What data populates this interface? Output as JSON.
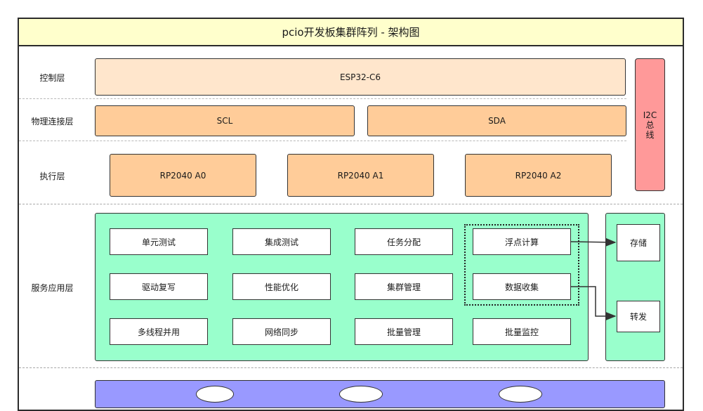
{
  "title": "pcio开发板集群阵列 - 架构图",
  "layers": {
    "control": "控制层",
    "physical": "物理连接层",
    "execution": "执行层",
    "service": "服务应用层"
  },
  "control_box": "ESP32-C6",
  "physical_boxes": [
    "SCL",
    "SDA"
  ],
  "bus_box": [
    "I2C",
    "总",
    "线"
  ],
  "execution_boxes": [
    "RP2040   A0",
    "RP2040   A1",
    "RP2040   A2"
  ],
  "services": {
    "row1": [
      "单元测试",
      "集成测试",
      "任务分配",
      "浮点计算"
    ],
    "row2": [
      "驱动复写",
      "性能优化",
      "集群管理",
      "数据收集"
    ],
    "row3": [
      "多线程并用",
      "网络同步",
      "批量管理",
      "批量监控"
    ]
  },
  "outputs": [
    "存储",
    "转发"
  ],
  "colors": {
    "title_bg": "#ffffcc",
    "control": "#ffe6cc",
    "physical": "#ffcc99",
    "bus": "#ff9999",
    "service": "#99ffcc",
    "storage_layer": "#9999ff"
  }
}
